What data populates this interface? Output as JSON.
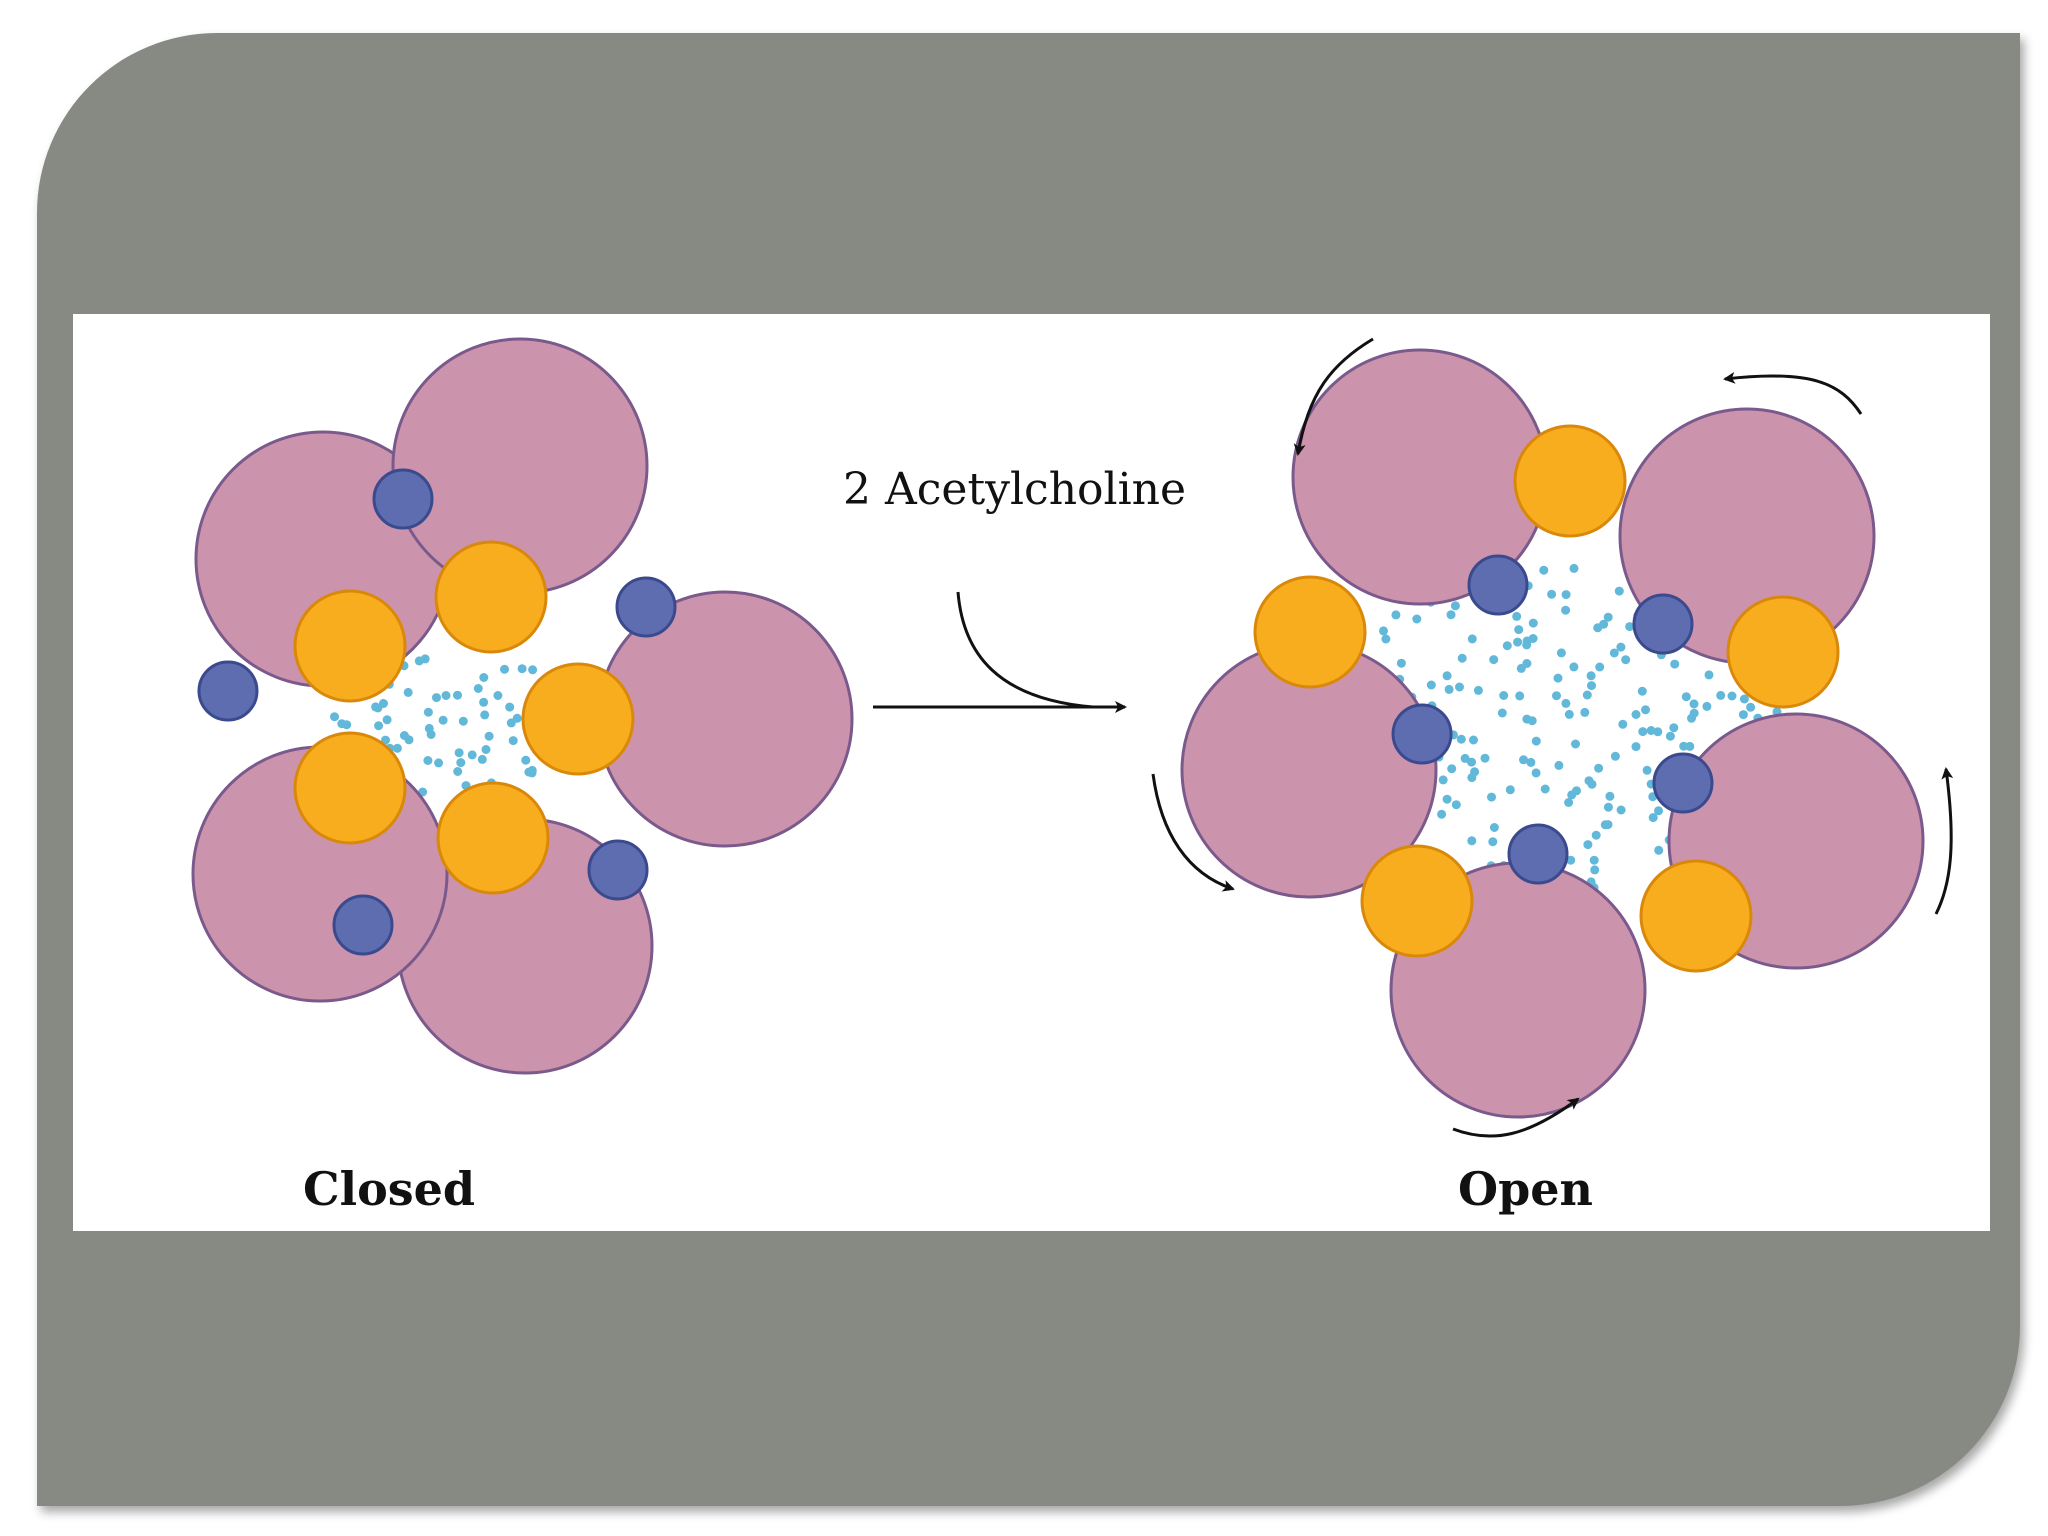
{
  "diagram": {
    "closed_label": "Closed",
    "open_label": "Open",
    "transition_label": "2 Acetylcholine",
    "colors": {
      "frame": "#878983",
      "subunit": "#cc94ac",
      "subunit_edge": "#7a5a8c",
      "gate_ring": "#f7ad1e",
      "gate_edge": "#d9880a",
      "binding_site": "#5d6db0",
      "binding_edge": "#3b4a8e",
      "ion_dots": "#62b8d9",
      "arrows": "#111111"
    },
    "icons": [
      "subunit-icon",
      "gate-residue-icon",
      "binding-site-icon",
      "ion-dot-icon",
      "rotation-arrow-icon",
      "reaction-arrow-icon"
    ]
  }
}
